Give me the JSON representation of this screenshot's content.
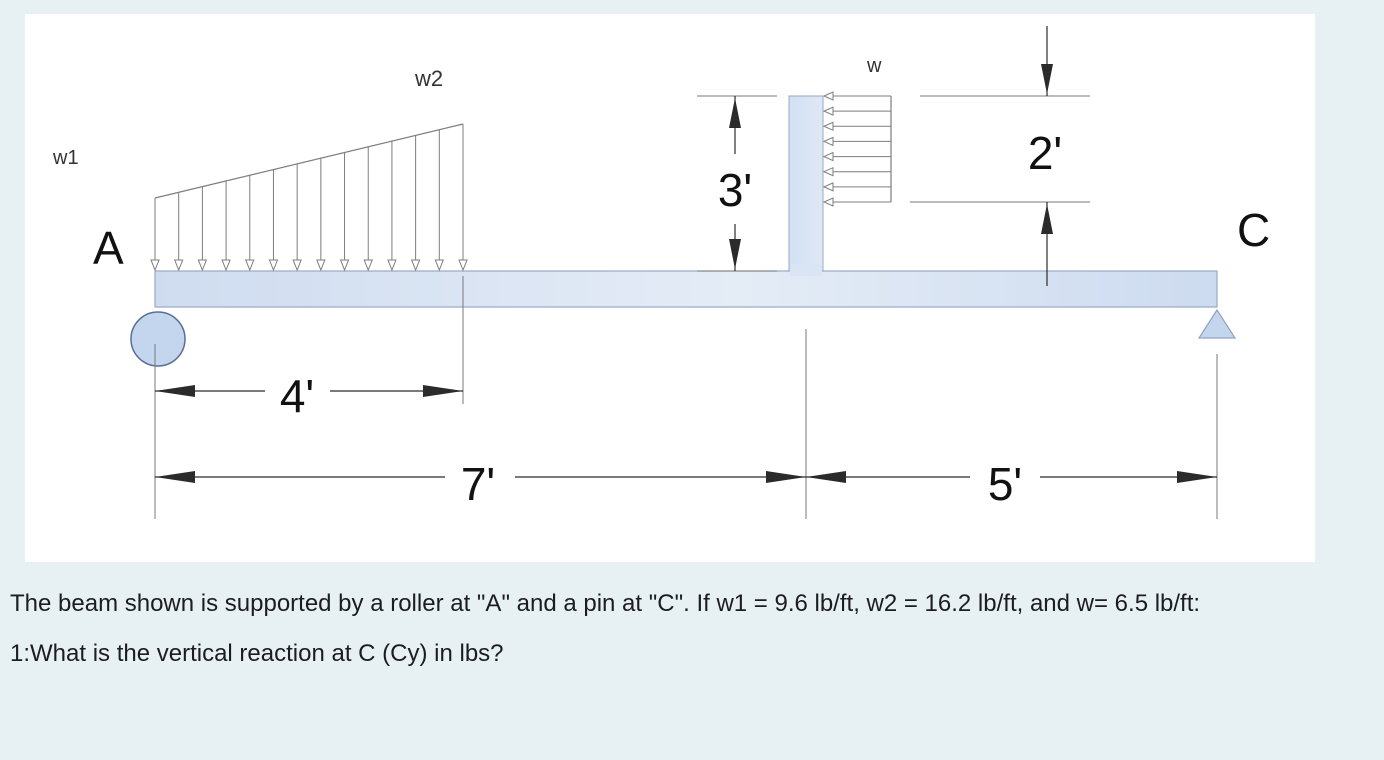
{
  "diagram": {
    "labels": {
      "w1": "w1",
      "w2": "w2",
      "w": "w",
      "point_a": "A",
      "point_c": "C"
    },
    "dimensions": {
      "d4": "4'",
      "d7": "7'",
      "d5": "5'",
      "d3": "3'",
      "d2": "2'"
    },
    "colors": {
      "beam_fill": "#d6e4f4",
      "beam_stroke": "#97aac6",
      "support_fill": "#c3d6ee",
      "support_stroke": "#5a6e96",
      "load_arrow": "#7d7d7d",
      "dimension": "#2b2b2b"
    }
  },
  "question": {
    "statement": "The beam shown is supported by a roller at \"A\" and a pin at \"C\". If w1 = 9.6 lb/ft, w2 = 16.2 lb/ft, and w= 6.5 lb/ft:",
    "prompt": "1:What is the vertical reaction at C (Cy) in lbs?"
  }
}
